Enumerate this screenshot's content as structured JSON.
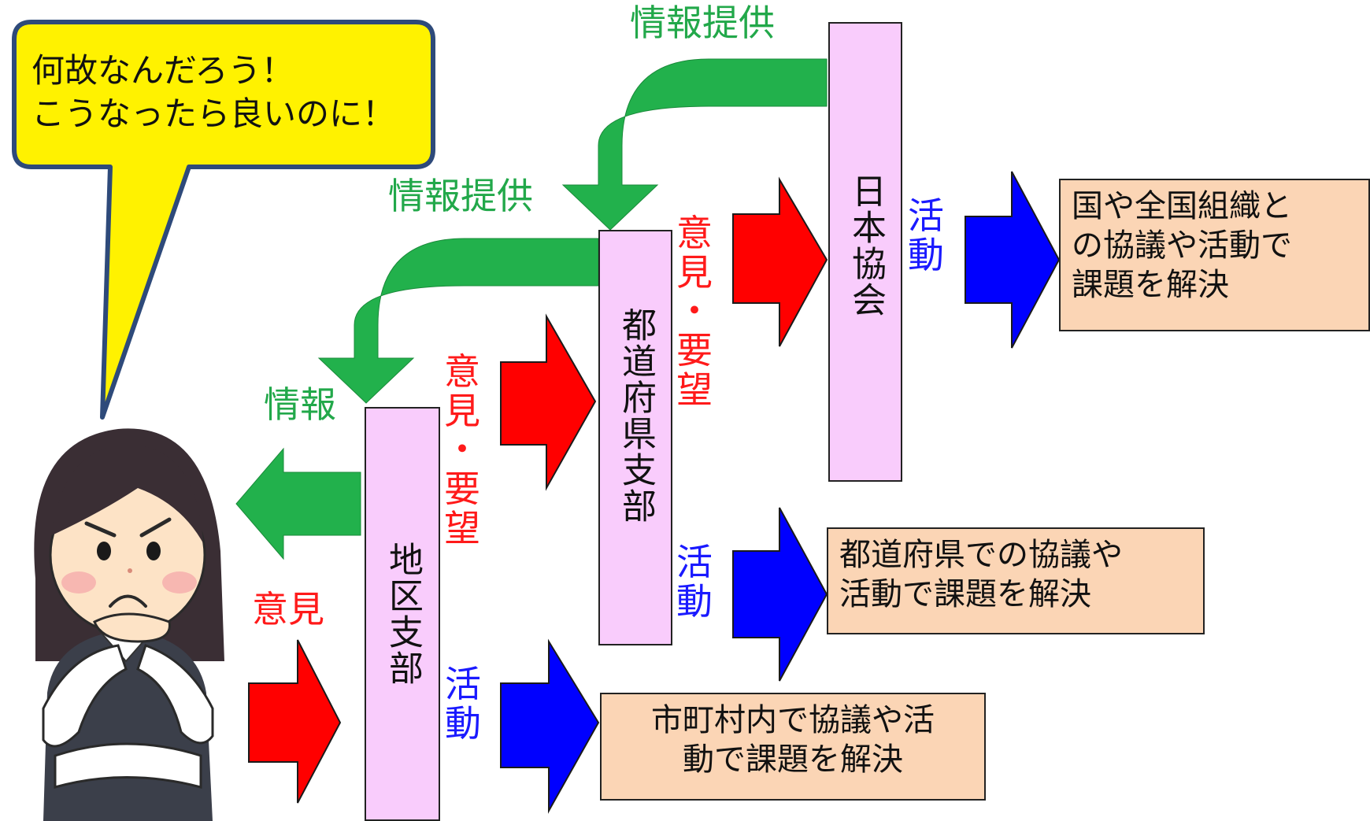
{
  "bubble": {
    "line1": "何故なんだろう！",
    "line2": "こうなったら良いのに！"
  },
  "boxes": {
    "district": "地区支部",
    "prefecture": "都道府県支部",
    "national": "日本協会"
  },
  "labels": {
    "info_top": "情報提供",
    "info_mid": "情報提供",
    "info_person": "情報",
    "opinion_person": "意見",
    "request_district": [
      "意",
      "見",
      "・",
      "要",
      "望"
    ],
    "request_prefecture": [
      "意",
      "見",
      "・",
      "要",
      "望"
    ],
    "activity_district": [
      "活",
      "動"
    ],
    "activity_prefecture": [
      "活",
      "動"
    ],
    "activity_national": [
      "活",
      "動"
    ]
  },
  "results": {
    "municipal": [
      "市町村内で協議や活",
      "動で課題を解決"
    ],
    "prefectural": [
      "都道府県での協議や",
      "活動で課題を解決"
    ],
    "national": [
      "国や全国組織と",
      "の協議や活動で",
      "課題を解決"
    ]
  },
  "colors": {
    "green": "#22a84a",
    "red": "#ff1a1a",
    "blue": "#1a1aff",
    "box_pink": "#f9ccfc",
    "box_peach": "#fbd5b5",
    "bubble_yellow": "#fff200",
    "bubble_border": "#2e4a7a"
  }
}
